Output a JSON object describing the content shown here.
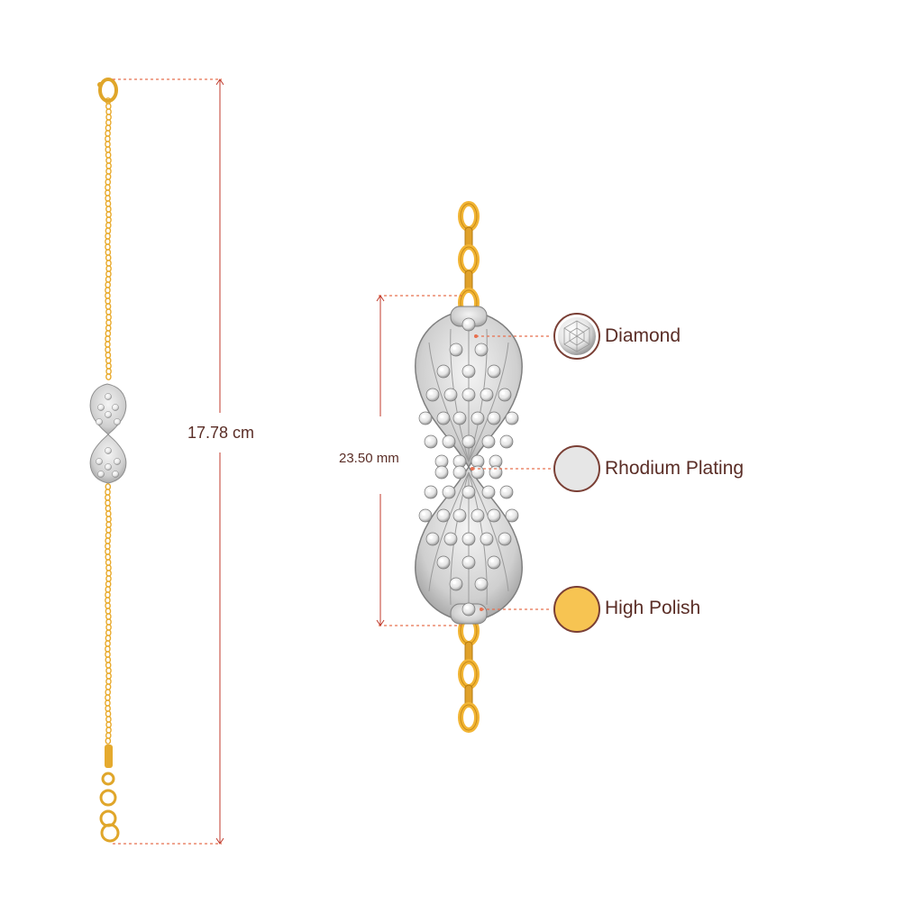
{
  "dimensions": {
    "length_label": "17.78 cm",
    "motif_height_label": "23.50 mm"
  },
  "features": [
    {
      "label": "Diamond",
      "swatch_color": "#e8e8e8",
      "icon": "diamond-icon"
    },
    {
      "label": "Rhodium Plating",
      "swatch_color": "#e6e6e6",
      "icon": "rhodium-swatch"
    },
    {
      "label": "High Polish",
      "swatch_color": "#f7c452",
      "icon": "gold-swatch"
    }
  ],
  "colors": {
    "gold": "#f2b535",
    "gold_dark": "#c98a14",
    "silver": "#d9d9d9",
    "silver_dark": "#8f8f8f",
    "annotation": "#e8704f",
    "text": "#5a2d26"
  }
}
